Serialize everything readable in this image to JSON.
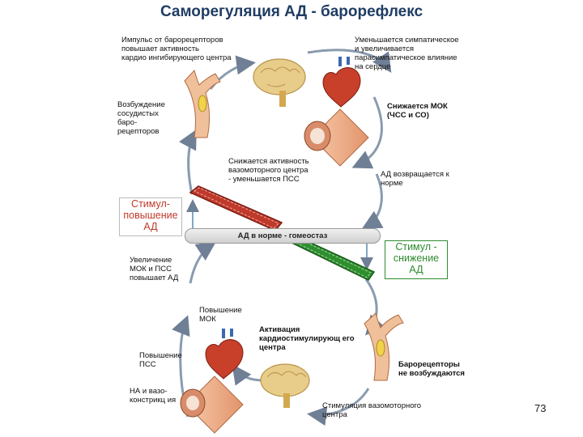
{
  "title": "Саморегуляция АД - барорефлекс",
  "labels": {
    "impulse": "Импульс от барорецепторов\n повышает активность\nкардио ингибирующего  центра",
    "symp_decrease": "Уменьшается симпатическое\nи увеличивается\nпарасимпатическое влияние\nна сердце",
    "excite_vascular": "Возбуждение\nсосудистых\nбаро-\nрецепторов",
    "mok_decrease": "Снижается МОК\n   (ЧСС и СО)",
    "vasomotor_decrease": "Снижается активность\nвазомоторного центра\n - уменьшается ПСС",
    "ad_returns": "АД возвращается к\nнорме",
    "increase_mok": "Увеличение\nМОК и ПСС\nповышает АД",
    "raise_mok": "Повышение\nМОК",
    "activation": "Активация\nкардиостимулирующ его\nцентра",
    "raise_pss": "Повышение\nПСС",
    "baroreceptors_not": "Барорецепторы\nне возбуждаются",
    "na_vaso": "НА и вазо-\nконстрикц ия",
    "stim_vasomotor": "Стимуляция вазомоторного\nцентра"
  },
  "stimulus_up": "Стимул-\nповышение\nАД",
  "stimulus_down": "Стимул -\nснижение\nАД",
  "homeostasis": "АД в норме - гомеостаз",
  "page_number": "73",
  "colors": {
    "title": "#1f3d63",
    "stimulus_up": "#c0392b",
    "stimulus_down": "#2e8b2e",
    "arrow": "#8a9bb0",
    "vessel": "#e9a27c",
    "brain": "#e8cc8a",
    "heart": "#c8402a"
  }
}
